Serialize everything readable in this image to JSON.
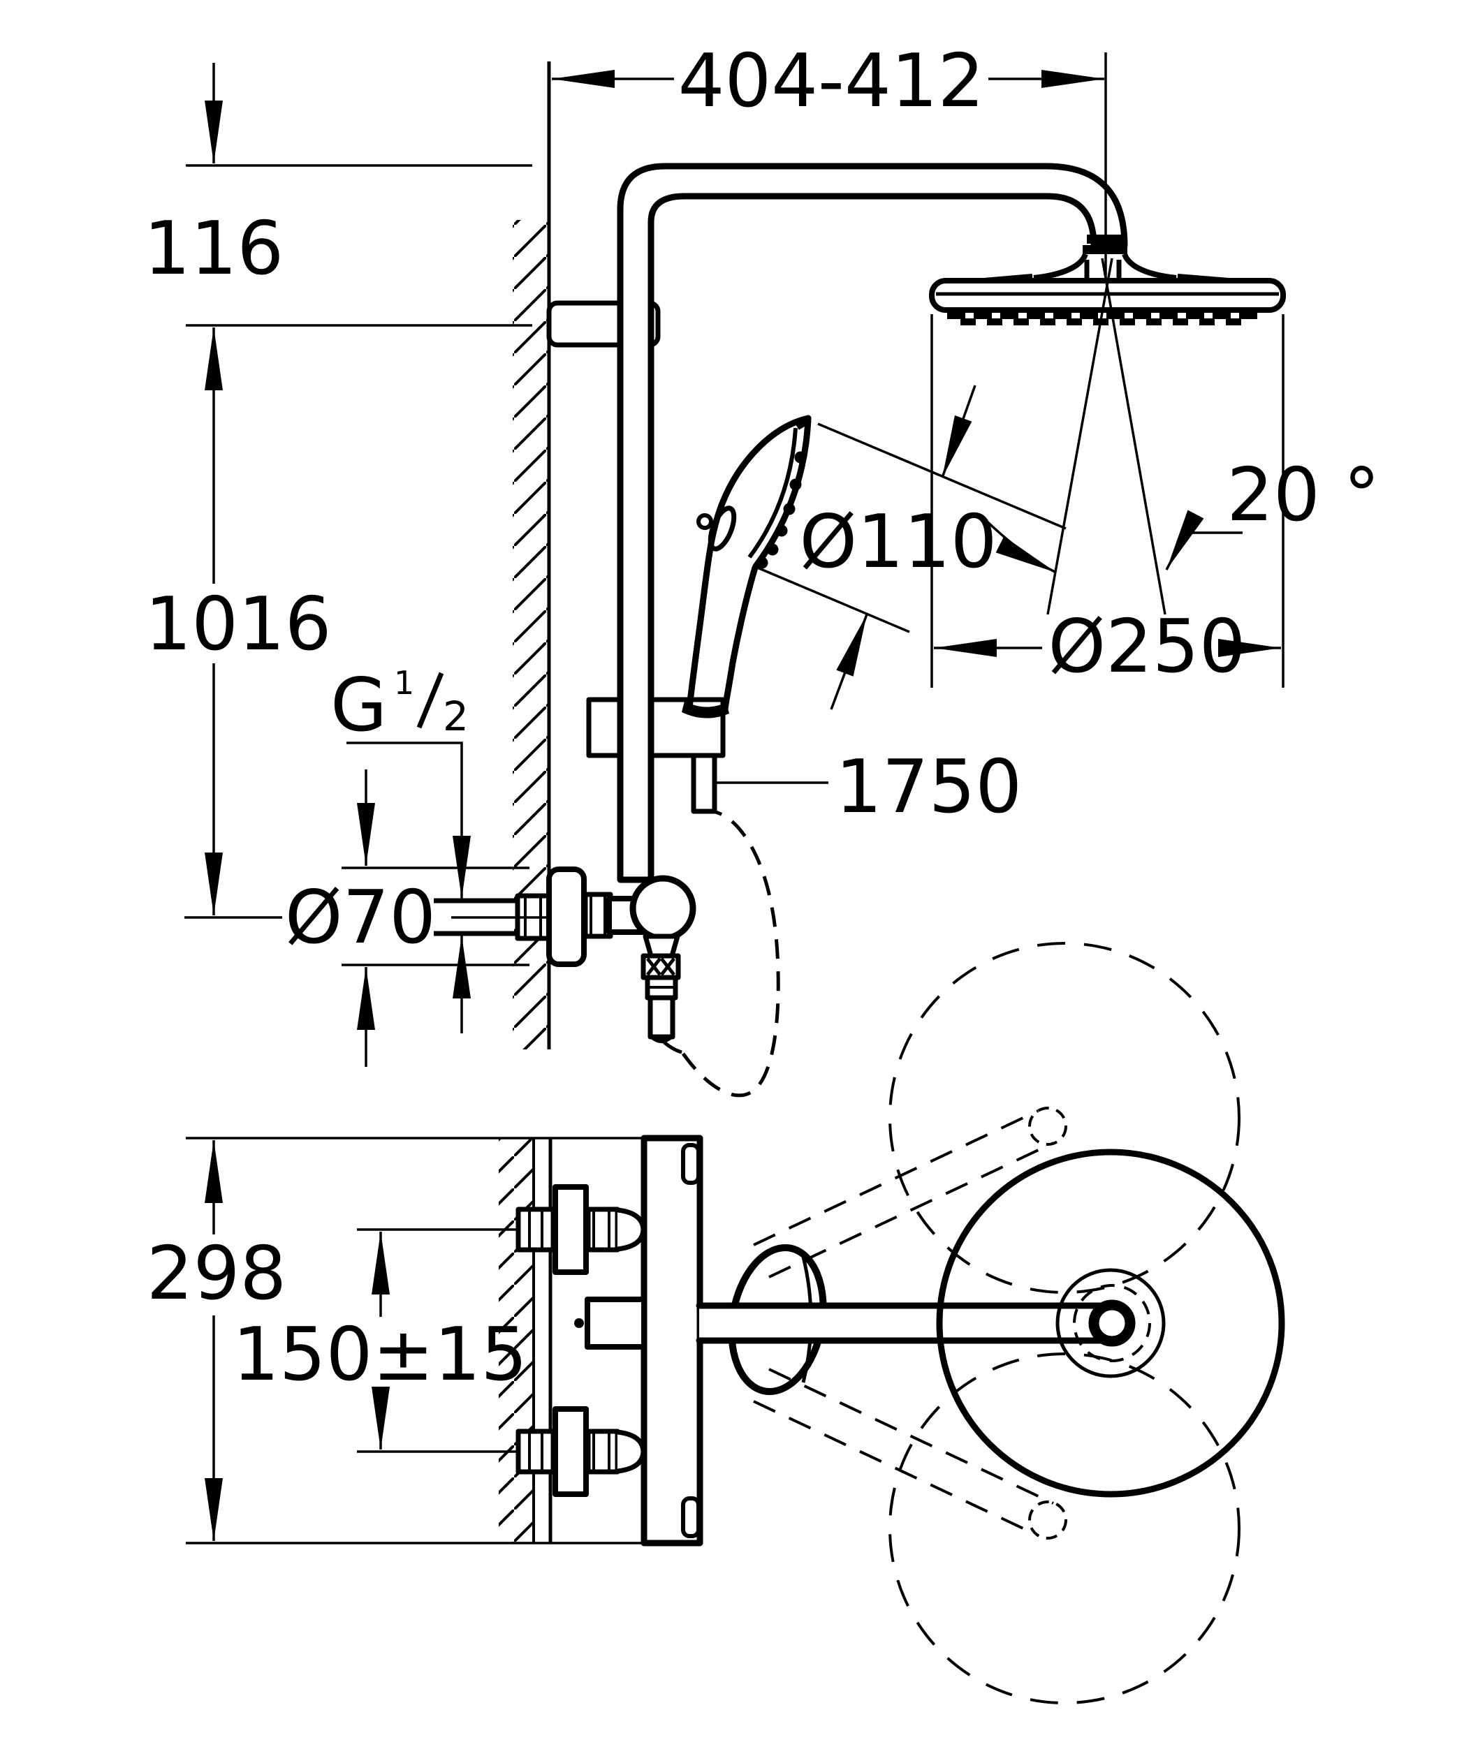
{
  "drawing": {
    "kind": "shower-system-technical-dimension-drawing",
    "views": [
      "front-elevation",
      "plan-view"
    ],
    "style": {
      "line_color": "#000000",
      "background": "#ffffff"
    }
  },
  "labels": {
    "span_top": "404-412",
    "head_drop": "116",
    "riser_height": "1016",
    "thread_letter": "G",
    "thread_numerator": "1",
    "thread_denominator": "2",
    "escutcheon_dia": "Ø70",
    "handshower_dia": "Ø110",
    "hose_length": "1750",
    "spray_angle": "20 °",
    "headshower_dia": "Ø250",
    "body_depth": "298",
    "inlet_spacing": "150±15"
  }
}
